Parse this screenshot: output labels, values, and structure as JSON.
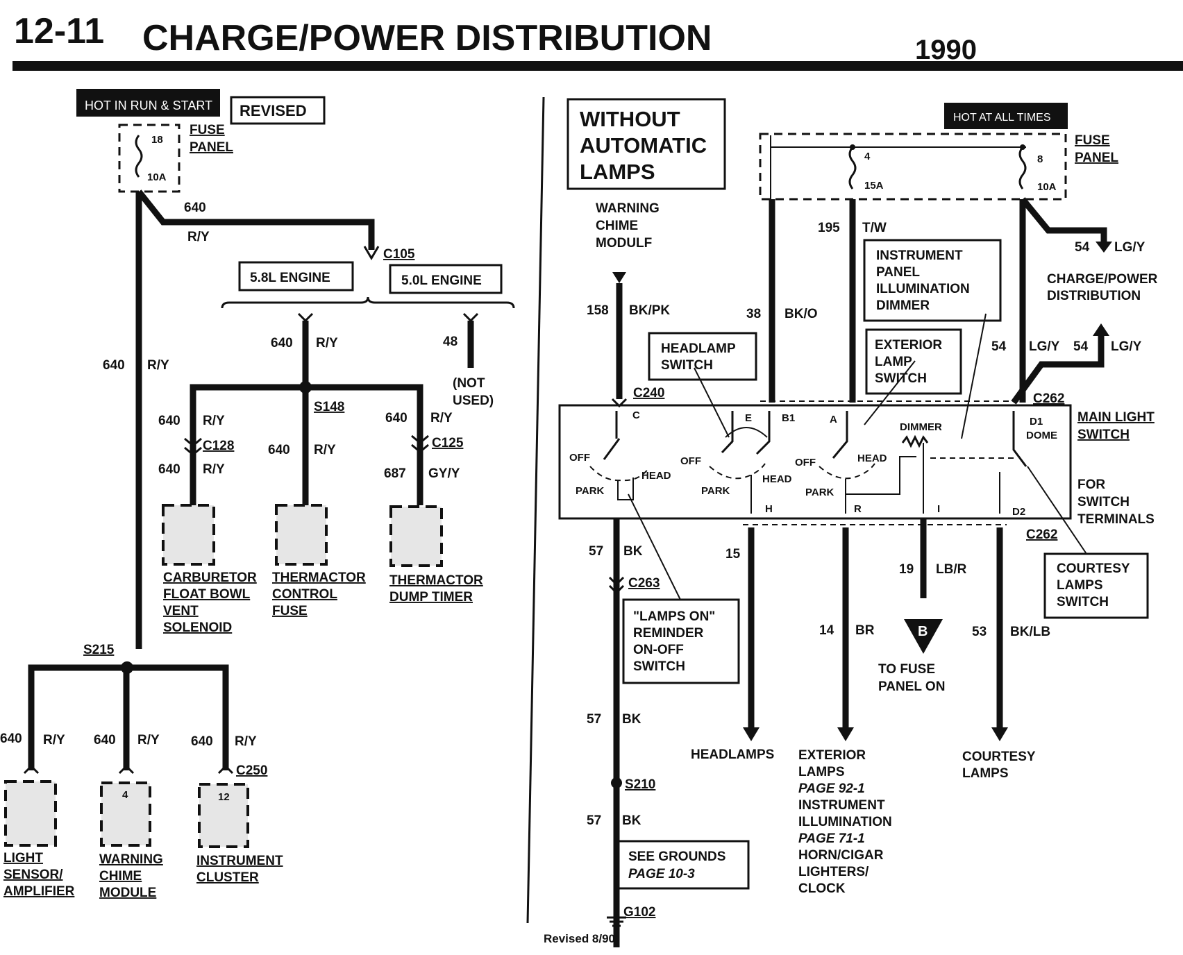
{
  "header": {
    "section_number": "12-11",
    "title": "CHARGE/POWER DISTRIBUTION",
    "year": "1990"
  },
  "badges": {
    "hot_run_start": "HOT IN RUN & START",
    "revised": "REVISED",
    "hot_all_times": "HOT AT ALL TIMES"
  },
  "left": {
    "fuse_number": "18",
    "fuse_rating": "10A",
    "fuse_panel_label": [
      "FUSE",
      "PANEL"
    ],
    "wire_640": "640",
    "color_ry": "R/Y",
    "c105": "C105",
    "engine_58": "5.8L ENGINE",
    "engine_50": "5.0L ENGINE",
    "wire_48": "48",
    "not_used": [
      "(NOT",
      "USED)"
    ],
    "s148": "S148",
    "c128": "C128",
    "c125": "C125",
    "wire_687": "687",
    "color_gyy": "GY/Y",
    "carburetor": [
      "CARBURETOR",
      "FLOAT BOWL",
      "VENT",
      "SOLENOID"
    ],
    "thermactor_fuse": [
      "THERMACTOR",
      "CONTROL",
      "FUSE"
    ],
    "thermactor_dump": [
      "THERMACTOR",
      "DUMP TIMER"
    ],
    "s215": "S215",
    "c250": "C250",
    "pin_4": "4",
    "pin_12": "12",
    "light_sensor": [
      "LIGHT",
      "SENSOR/",
      "AMPLIFIER"
    ],
    "warning_chime": [
      "WARNING",
      "CHIME",
      "MODULE"
    ],
    "instrument_cluster": [
      "INSTRUMENT",
      "CLUSTER"
    ]
  },
  "right": {
    "without_auto": [
      "WITHOUT",
      "AUTOMATIC",
      "LAMPS"
    ],
    "warning_chime_module": [
      "WARNING",
      "CHIME",
      "MODULF"
    ],
    "fuse_4": "4",
    "fuse_4_rating": "15A",
    "fuse_8": "8",
    "fuse_8_rating": "10A",
    "fuse_panel_label": [
      "FUSE",
      "PANEL"
    ],
    "wire_195": "195",
    "color_tw": "T/W",
    "wire_54": "54",
    "color_lgy": "LG/Y",
    "charge_power": [
      "CHARGE/POWER",
      "DISTRIBUTION"
    ],
    "wire_158": "158",
    "color_bkpk": "BK/PK",
    "wire_38": "38",
    "color_bko": "BK/O",
    "ip_dimmer": [
      "INSTRUMENT",
      "PANEL",
      "ILLUMINATION",
      "DIMMER"
    ],
    "headlamp_switch": [
      "HEADLAMP",
      "SWITCH"
    ],
    "exterior_lamp_switch": [
      "EXTERIOR",
      "LAMP",
      "SWITCH"
    ],
    "c240": "C240",
    "c262": "C262",
    "main_light_switch": [
      "MAIN LIGHT",
      "SWITCH"
    ],
    "for_switch": [
      "FOR",
      "SWITCH",
      "TERMINALS"
    ],
    "sw_c": "C",
    "sw_e": "E",
    "sw_b1": "B1",
    "sw_a": "A",
    "sw_dimmer": "DIMMER",
    "sw_d1": "D1",
    "sw_dome": "DOME",
    "sw_off": "OFF",
    "sw_park": "PARK",
    "sw_head": "HEAD",
    "sw_h": "H",
    "sw_r": "R",
    "sw_i": "I",
    "sw_d2": "D2",
    "wire_57": "57",
    "color_bk": "BK",
    "c263": "C263",
    "wire_15": "15",
    "wire_19": "19",
    "color_lbr": "LB/R",
    "wire_14": "14",
    "color_br": "BR",
    "wire_53": "53",
    "color_bklb": "BK/LB",
    "courtesy_switch": [
      "COURTESY",
      "LAMPS",
      "SWITCH"
    ],
    "lamps_on": [
      "\"LAMPS ON\"",
      "REMINDER",
      "ON-OFF",
      "SWITCH"
    ],
    "b_marker": "B",
    "to_fuse_panel": [
      "TO FUSE",
      "PANEL ON"
    ],
    "headlamps": "HEADLAMPS",
    "exterior_lamps": [
      "EXTERIOR",
      "LAMPS",
      "PAGE 92-1",
      "INSTRUMENT",
      "ILLUMINATION",
      "PAGE 71-1",
      "HORN/CIGAR",
      "LIGHTERS/",
      "CLOCK"
    ],
    "courtesy_lamps": [
      "COURTESY",
      "LAMPS"
    ],
    "s210": "S210",
    "see_grounds": [
      "SEE GROUNDS",
      "PAGE 10-3"
    ],
    "g102": "G102"
  },
  "footer": "Revised 8/90"
}
